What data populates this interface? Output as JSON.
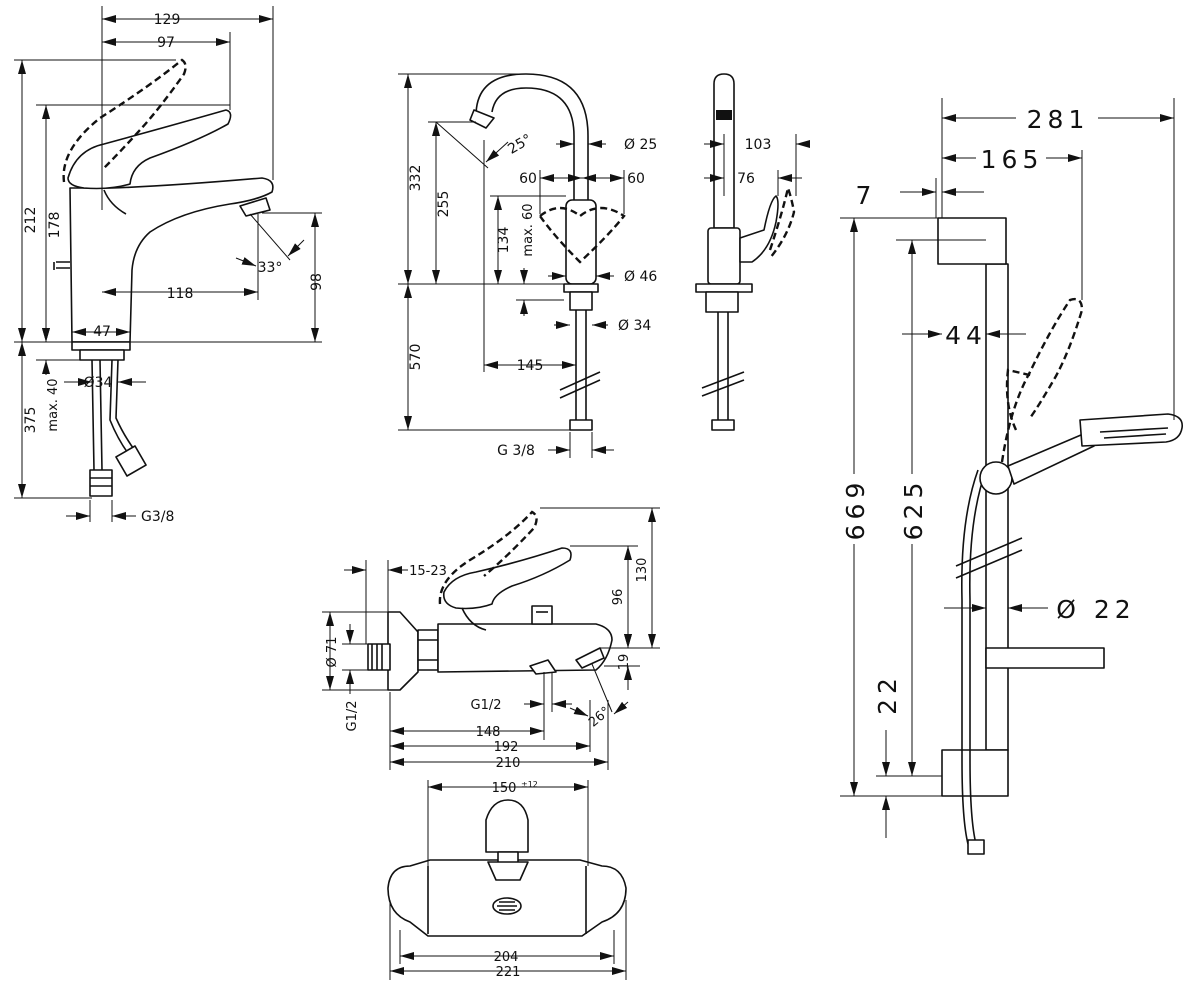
{
  "views": {
    "basin_mixer": {
      "widths": [
        "129",
        "97",
        "118",
        "47"
      ],
      "heights": [
        "212",
        "178",
        "98",
        "375",
        "max. 40"
      ],
      "angle": "33°",
      "diameter": "Ø34",
      "thread": "G3/8"
    },
    "tall_basin_mixer": {
      "heights": [
        "332",
        "255",
        "134",
        "max. 60",
        "570"
      ],
      "angle": "25°",
      "diameters": [
        "Ø 25",
        "Ø 46",
        "Ø 34"
      ],
      "widths": [
        "60",
        "60",
        "145"
      ],
      "thread": "G 3/8",
      "side": [
        "103",
        "76"
      ]
    },
    "bath_mixer": {
      "dims": [
        "15-23",
        "96",
        "130",
        "Ø 71",
        "19",
        "G1/2",
        "148",
        "192",
        "210"
      ],
      "thread": "G1/2",
      "angle": "26°"
    },
    "bath_mixer_front": {
      "top": "150",
      "top_tol": "±12",
      "widths": [
        "204",
        "221"
      ]
    },
    "shower_set": {
      "dims": [
        "281",
        "165",
        "7",
        "44",
        "669",
        "625",
        "Ø 22",
        "22"
      ]
    }
  }
}
